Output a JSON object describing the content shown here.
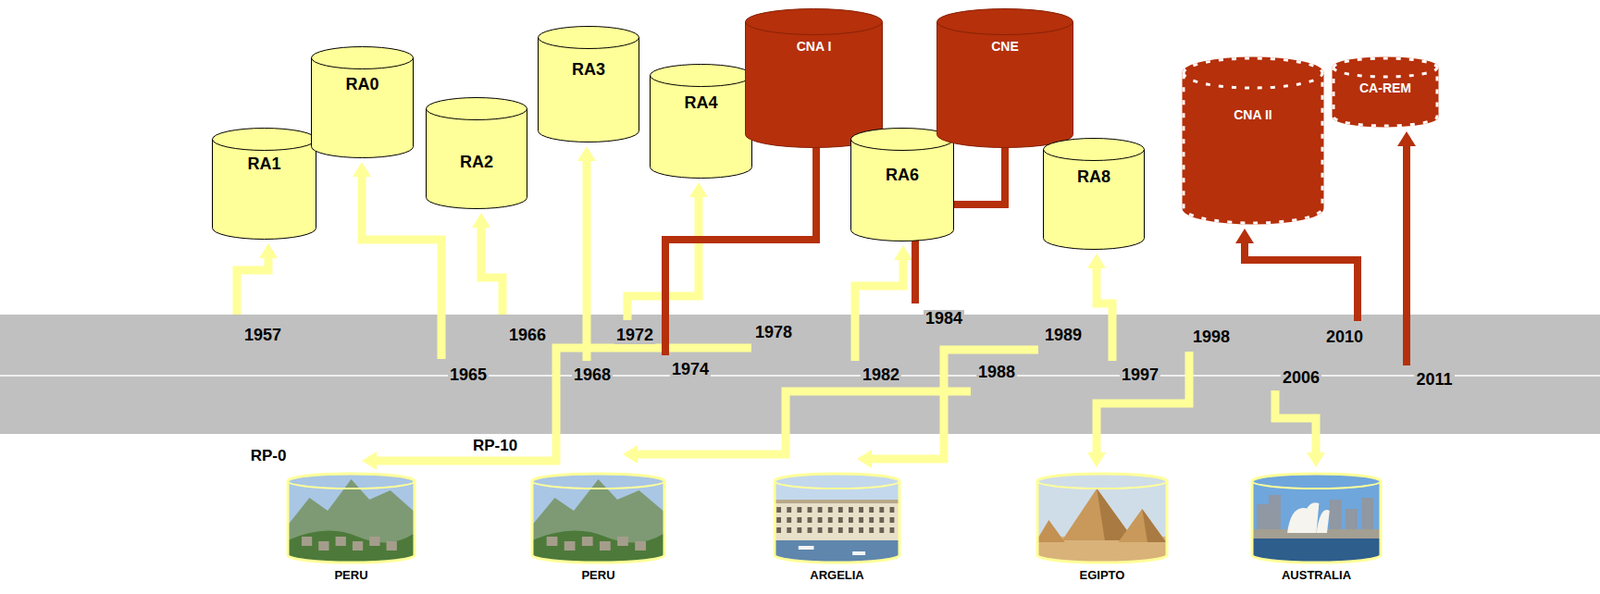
{
  "diagram": {
    "nodes": [
      {
        "text": [
          "RA1"
        ]
      },
      {
        "text": [
          "RA0"
        ]
      },
      {
        "text": [
          "RA2"
        ]
      },
      {
        "text": [
          "RA3"
        ]
      },
      {
        "text": [
          "RA4"
        ]
      },
      {
        "text": [
          "CNA I"
        ]
      },
      {
        "text": [
          "RA6"
        ]
      },
      {
        "text": [
          "CNE"
        ]
      },
      {
        "text": [
          "RA8"
        ]
      },
      {
        "text": [
          "CNA II"
        ]
      },
      {
        "text": [
          "CA-REM"
        ]
      },
      {
        "text": [
          "PERU"
        ]
      },
      {
        "text": [
          "PERU"
        ]
      },
      {
        "text": [
          "ARGELIA"
        ]
      },
      {
        "text": [
          "EGIPTO"
        ]
      },
      {
        "text": [
          "AUSTRALIA"
        ]
      }
    ],
    "labels": [
      "1957",
      "1965",
      "1966",
      "1968",
      "1972",
      "1974",
      "1978",
      "1982",
      "1984",
      "1988",
      "1989",
      "1997",
      "1998",
      "2006",
      "2010",
      "2011",
      "RP-0",
      "RP-10"
    ]
  }
}
